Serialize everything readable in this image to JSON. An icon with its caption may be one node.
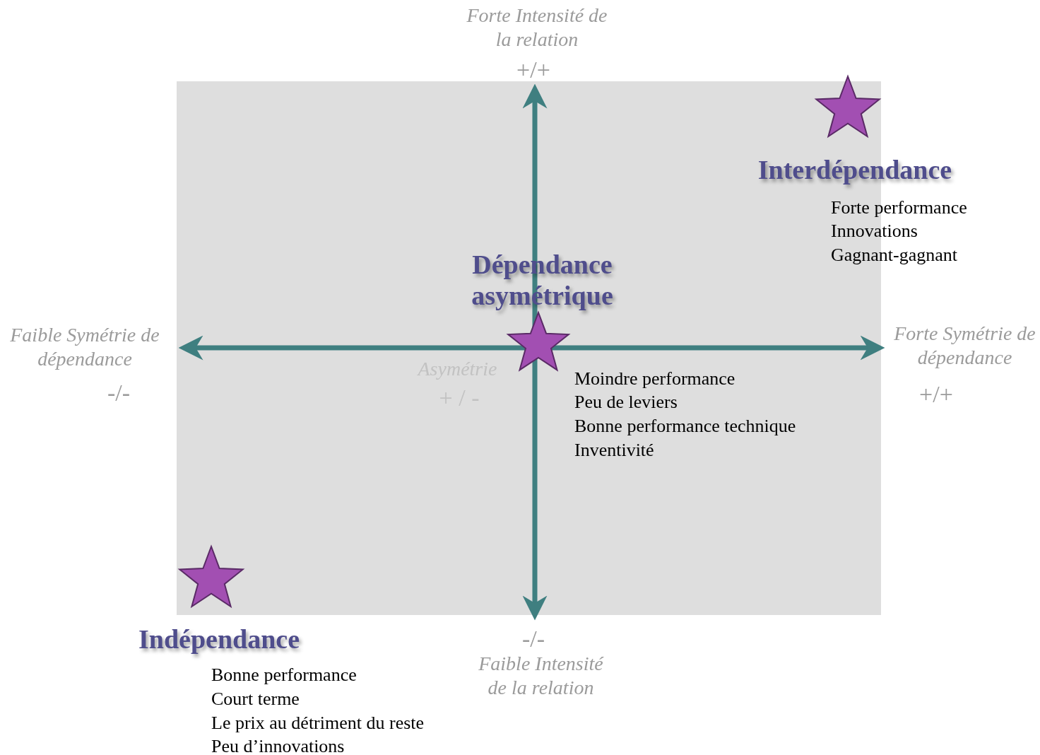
{
  "diagram": {
    "labels": [
      "Forte Intensité de la relation",
      "+/+",
      "Interdépendance",
      "Forte performance",
      "Innovations",
      "Gagnant-gagnant",
      "Dépendance asymétrique",
      "Faible Symétrie de dépendance",
      "-/-",
      "Forte Symétrie de dépendance",
      "+/+",
      "Asymétrie",
      "+ / -",
      "Moindre performance",
      "Peu de leviers",
      "Bonne performance technique",
      "Inventivité",
      "Indépendance",
      "-/-",
      "Faible Intensité de la relation",
      "Bonne performance",
      "Court terme",
      "Le prix au détriment du reste",
      "Peu d’innovations"
    ]
  }
}
